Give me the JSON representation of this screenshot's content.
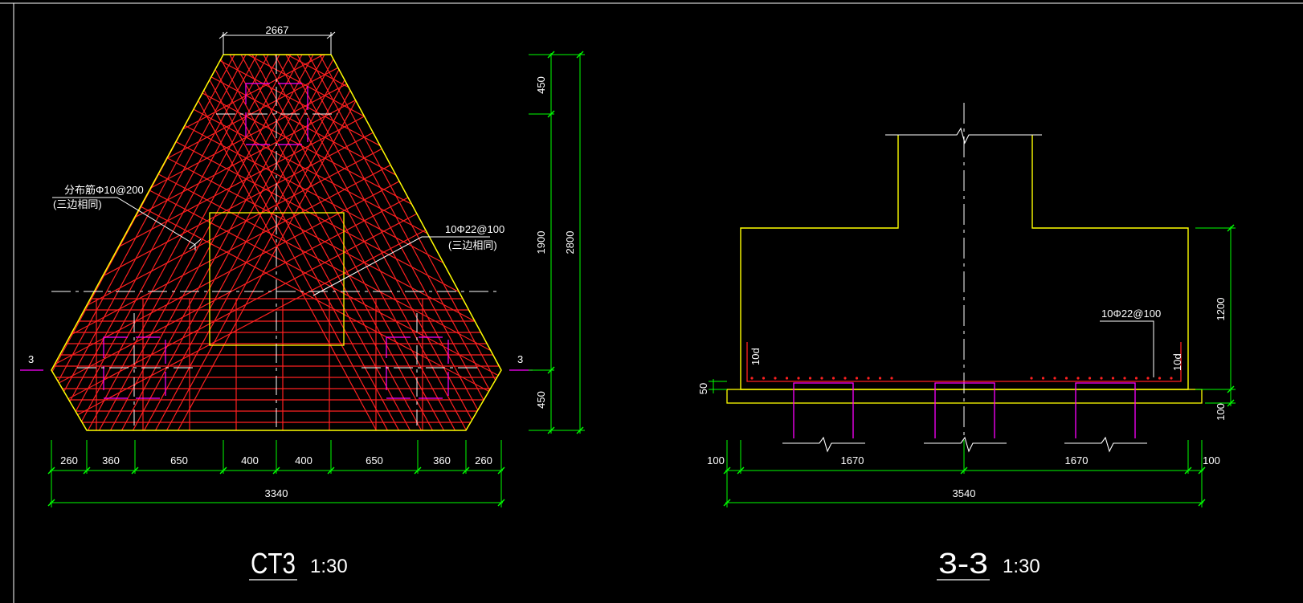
{
  "colors": {
    "background": "#000000",
    "outline": "#ffff00",
    "rebar": "#ff2020",
    "dimension": "#00ff00",
    "pile": "#ff00ff",
    "text": "#ffffff",
    "centerline": "#ffffff"
  },
  "plan": {
    "title": "CT3",
    "scale": "1:30",
    "section_mark": "3",
    "top_width": "2667",
    "bottom_dims": [
      "260",
      "360",
      "650",
      "400",
      "400",
      "650",
      "360",
      "260"
    ],
    "total_width": "3340",
    "vertical_dims": [
      "450",
      "1900",
      "450"
    ],
    "total_height": "2800",
    "note_left_line1": "分布筋Φ10@200",
    "note_left_line2": "(三边相同)",
    "note_right_line1": "10Φ22@100",
    "note_right_line2": "(三边相同)"
  },
  "section": {
    "title": "3-3",
    "scale": "1:30",
    "bottom_dims": [
      "100",
      "1670",
      "1670",
      "100"
    ],
    "total_width": "3540",
    "height_dim": "1200",
    "cover_dim": "50",
    "base_dim": "100",
    "rebar_label": "10Φ22@100",
    "anchor_left": "10d",
    "anchor_right": "10d"
  }
}
